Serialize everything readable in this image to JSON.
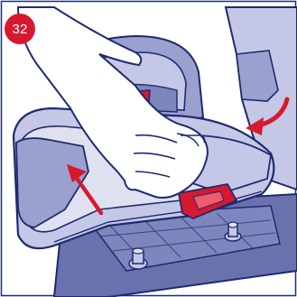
{
  "step": {
    "number": "32"
  },
  "colors": {
    "outline": "#1f2a6e",
    "shell_dark": "#7d86bd",
    "shell_mid": "#9aa1cf",
    "shell_light": "#c4c8e6",
    "shell_pale": "#dfe1f1",
    "base": "#6a72ad",
    "accent_red": "#d7192f",
    "hand": "#ffffff"
  },
  "icons": {
    "step_badge": "red-circle",
    "arrows": [
      "arrow-up-left",
      "arrow-curved-left"
    ],
    "buckles": [
      "isofix-latch-red",
      "isofix-latch-red"
    ]
  }
}
